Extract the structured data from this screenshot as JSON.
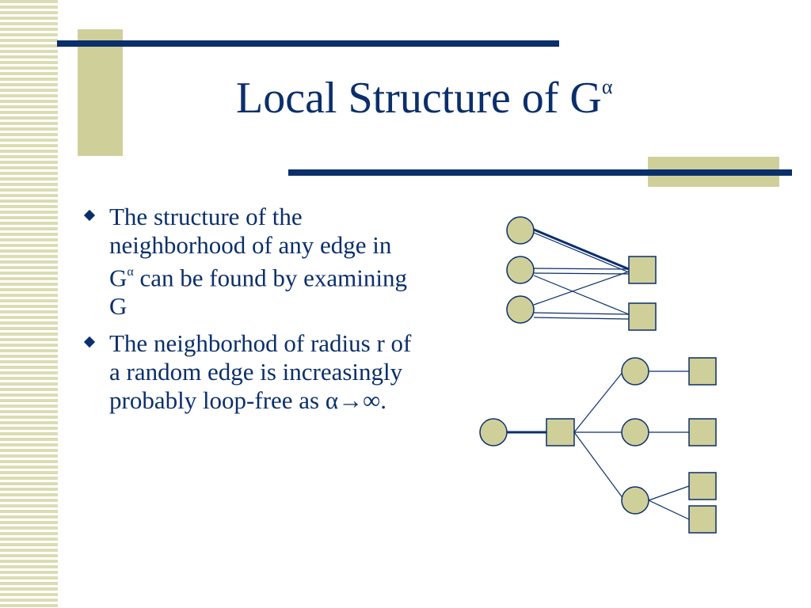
{
  "title": {
    "text": "Local Structure of G",
    "superscript": "α"
  },
  "bullets": [
    {
      "text_before": "The structure of the neighborhood of any edge in G",
      "superscript": "α",
      "text_after": " can be found by examining G"
    },
    {
      "text": "The neighborhod of radius r of a random edge is increasingly probably loop-free as α→∞."
    }
  ],
  "colors": {
    "navy": "#0b2f6b",
    "khaki": "#cfcf9a",
    "stripe": "#dcdcb4"
  },
  "diagrams": [
    {
      "kind": "bipartite-graph",
      "left_nodes": 3,
      "right_nodes": 2,
      "node_shapes": {
        "variables": "circle",
        "checks": "square"
      }
    },
    {
      "kind": "tree-neighborhood",
      "node_shapes": {
        "variables": "circle",
        "checks": "square"
      }
    }
  ]
}
